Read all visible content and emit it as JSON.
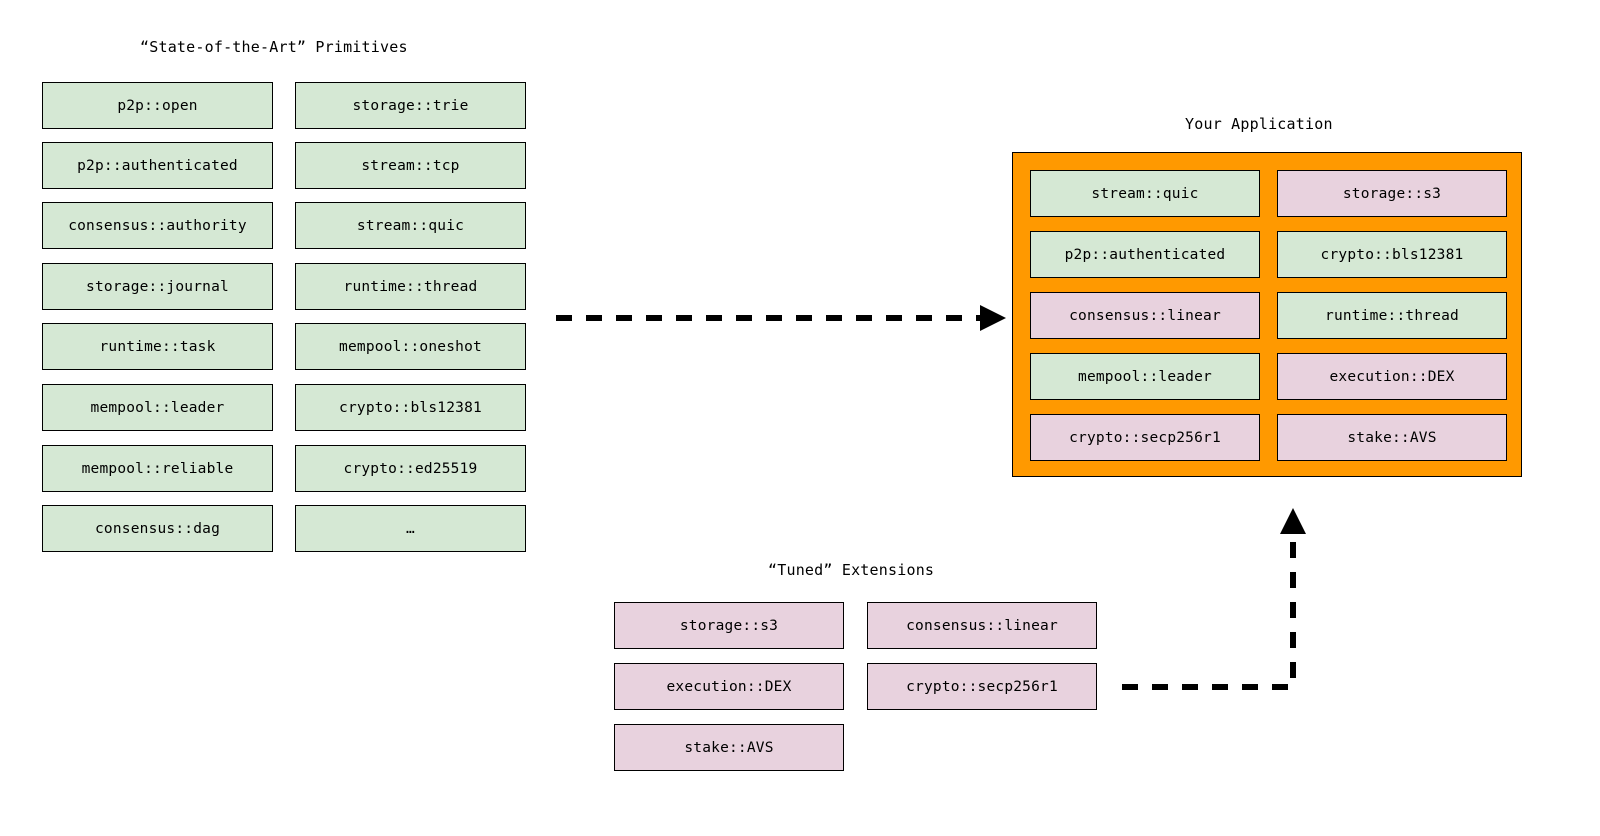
{
  "diagram": {
    "title_primitives": "“State-of-the-Art” Primitives",
    "title_application": "Your Application",
    "title_extensions": "“Tuned” Extensions",
    "colors": {
      "primitive_fill": "#d5e8d4",
      "extension_fill": "#e8d2de",
      "application_fill": "#ff9900",
      "stroke": "#000000",
      "background": "#ffffff"
    }
  },
  "primitives": {
    "column_left": [
      {
        "label": "p2p::open",
        "kind": "primitive"
      },
      {
        "label": "p2p::authenticated",
        "kind": "primitive"
      },
      {
        "label": "consensus::authority",
        "kind": "primitive"
      },
      {
        "label": "storage::journal",
        "kind": "primitive"
      },
      {
        "label": "runtime::task",
        "kind": "primitive"
      },
      {
        "label": "mempool::leader",
        "kind": "primitive"
      },
      {
        "label": "mempool::reliable",
        "kind": "primitive"
      },
      {
        "label": "consensus::dag",
        "kind": "primitive"
      }
    ],
    "column_right": [
      {
        "label": "storage::trie",
        "kind": "primitive"
      },
      {
        "label": "stream::tcp",
        "kind": "primitive"
      },
      {
        "label": "stream::quic",
        "kind": "primitive"
      },
      {
        "label": "runtime::thread",
        "kind": "primitive"
      },
      {
        "label": "mempool::oneshot",
        "kind": "primitive"
      },
      {
        "label": "crypto::bls12381",
        "kind": "primitive"
      },
      {
        "label": "crypto::ed25519",
        "kind": "primitive"
      },
      {
        "label": "…",
        "kind": "primitive"
      }
    ]
  },
  "application": {
    "column_left": [
      {
        "label": "stream::quic",
        "kind": "primitive"
      },
      {
        "label": "p2p::authenticated",
        "kind": "primitive"
      },
      {
        "label": "consensus::linear",
        "kind": "extension"
      },
      {
        "label": "mempool::leader",
        "kind": "primitive"
      },
      {
        "label": "crypto::secp256r1",
        "kind": "extension"
      }
    ],
    "column_right": [
      {
        "label": "storage::s3",
        "kind": "extension"
      },
      {
        "label": "crypto::bls12381",
        "kind": "primitive"
      },
      {
        "label": "runtime::thread",
        "kind": "primitive"
      },
      {
        "label": "execution::DEX",
        "kind": "extension"
      },
      {
        "label": "stake::AVS",
        "kind": "extension"
      }
    ]
  },
  "extensions": {
    "column_left": [
      {
        "label": "storage::s3",
        "kind": "extension"
      },
      {
        "label": "execution::DEX",
        "kind": "extension"
      },
      {
        "label": "stake::AVS",
        "kind": "extension"
      }
    ],
    "column_right": [
      {
        "label": "consensus::linear",
        "kind": "extension"
      },
      {
        "label": "crypto::secp256r1",
        "kind": "extension"
      }
    ]
  },
  "arrows": [
    {
      "name": "primitives-to-application",
      "style": "dashed",
      "direction": "right"
    },
    {
      "name": "extensions-to-application",
      "style": "dashed",
      "direction": "up"
    }
  ]
}
